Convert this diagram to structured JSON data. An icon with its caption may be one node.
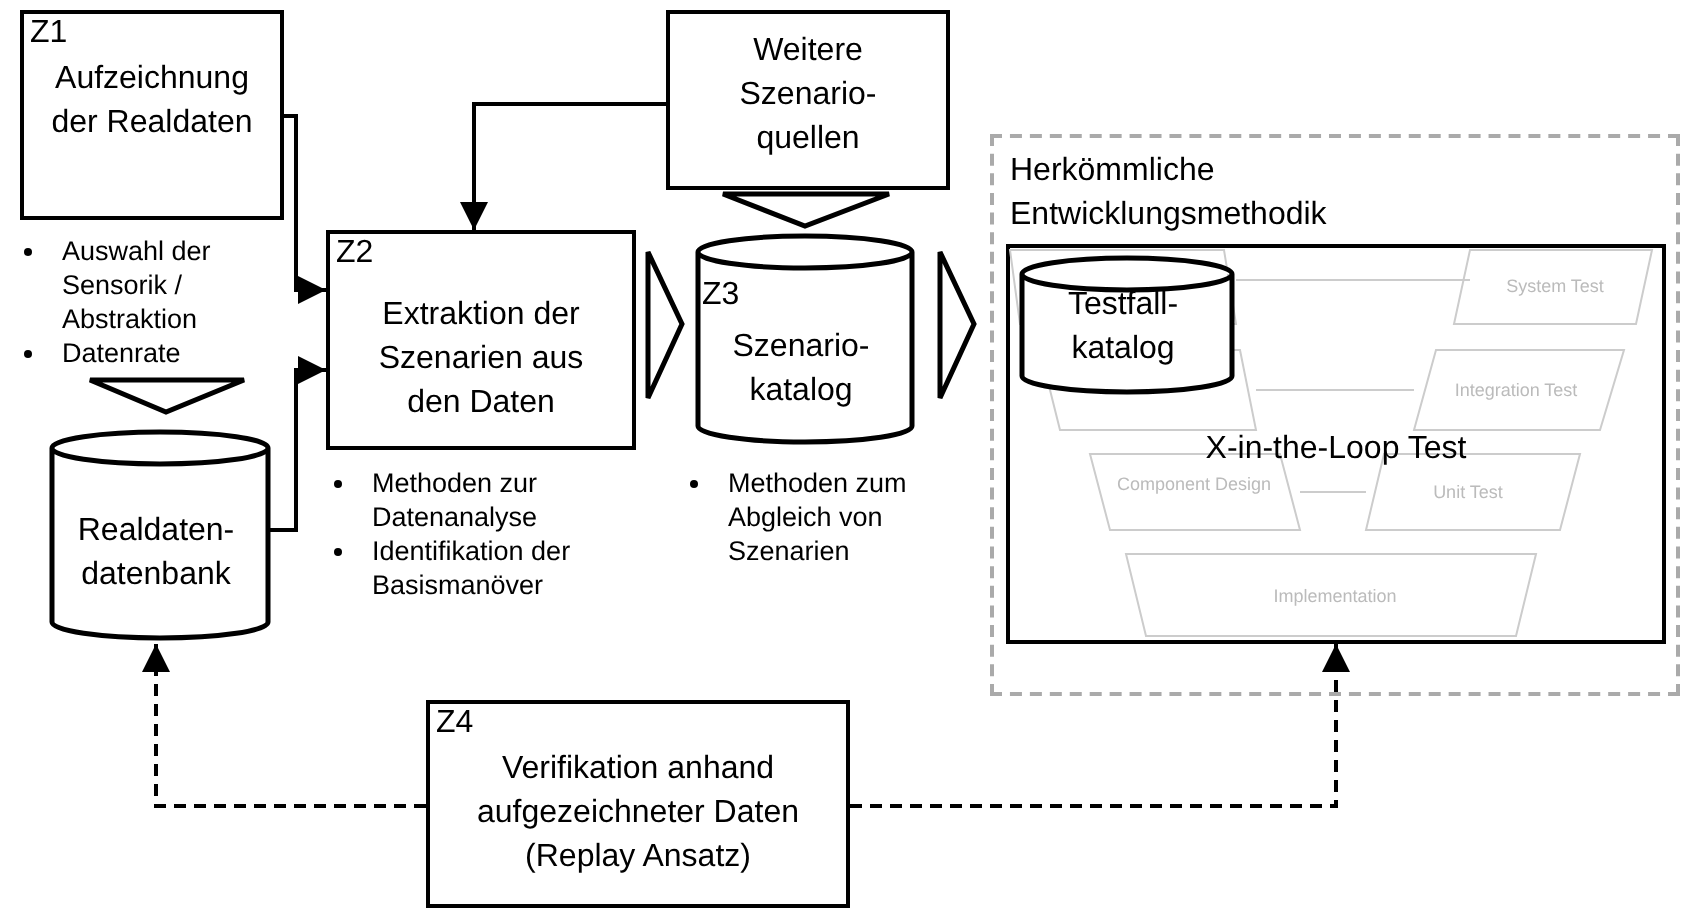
{
  "diagram": {
    "nodes": [
      {
        "text": [
          "Z1",
          "Aufzeichnung der Realdaten"
        ],
        "beside": [
          "Auswahl der Sensorik / Abstraktion",
          "Datenrate"
        ]
      },
      {
        "text": [
          "Realdaten- datenbank"
        ]
      },
      {
        "text": [
          "Z2",
          "Extraktion der Szenarien aus den Daten"
        ],
        "beside": [
          "Methoden zur Datenanalyse",
          "Identifikation der Basismanöver"
        ]
      },
      {
        "text": [
          "Weitere Szenario- quellen"
        ]
      },
      {
        "text": [
          "Z3",
          "Szenario- katalog"
        ],
        "beside": [
          "Methoden zum Abgleich von Szenarien"
        ]
      },
      {
        "text": [
          "Herkömmliche Entwicklungsmethodik"
        ]
      },
      {
        "text": [
          "X-in-the-Loop Test"
        ],
        "in": 5
      },
      {
        "text": [
          "Testfall- katalog"
        ],
        "in": 6
      },
      {
        "text": [
          "Z4",
          "Verifikation anhand aufgezeichneter Daten (Replay Ansatz)"
        ]
      }
    ],
    "edges": [
      {
        "from": 0,
        "to": 2,
        "arrow": "to"
      },
      {
        "from": 1,
        "to": 2,
        "arrow": "to"
      },
      {
        "from": 3,
        "to": 2,
        "arrow": "to"
      },
      {
        "from": 0,
        "to": 1,
        "arrow": "to"
      },
      {
        "from": 3,
        "to": 4,
        "arrow": "to"
      },
      {
        "from": 2,
        "to": 4,
        "arrow": "to"
      },
      {
        "from": 4,
        "to": 5,
        "arrow": "to"
      },
      {
        "from": 8,
        "to": 1,
        "arrow": "to",
        "style": "dashed"
      },
      {
        "from": 8,
        "to": 6,
        "arrow": "to",
        "style": "dashed"
      }
    ],
    "labels": [
      "System Test",
      "Integration Test",
      "Component Design",
      "Unit Test",
      "Implementation"
    ]
  }
}
